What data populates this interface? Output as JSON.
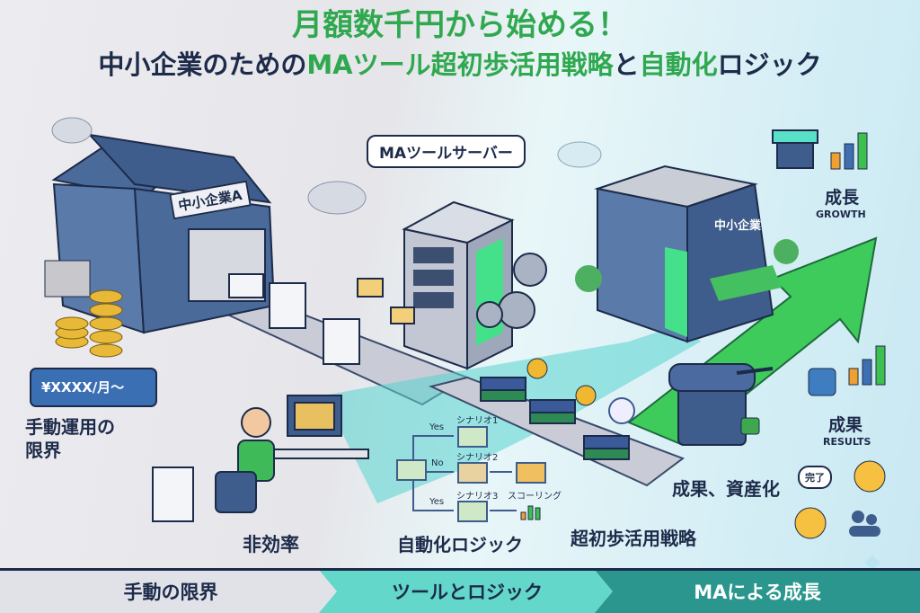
{
  "title": {
    "line1": "月額数千円から始める！",
    "line2_part1": "中小企業のための",
    "line2_part2": "MAツール超初歩活用戦略",
    "line2_part3": "と",
    "line2_part4": "自動化",
    "line2_part5": "ロジック"
  },
  "left": {
    "warehouse_sign": "中小企業A",
    "price_tag": "¥XXXX/月～",
    "limit_label": "手動運用の\n限界",
    "inefficiency_label": "非効率"
  },
  "center": {
    "server_bubble": "MAツールサーバー",
    "flow": {
      "branches": [
        "Yes",
        "No",
        "Yes"
      ],
      "scenarios": [
        "シナリオ1",
        "シナリオ2",
        "シナリオ3"
      ],
      "scoring": "スコーリング"
    },
    "logic_label": "自動化ロジック",
    "strategy_label": "超初歩活用戦略"
  },
  "right": {
    "building_sign": "中小企業",
    "growth_jp": "成長",
    "growth_en": "GROWTH",
    "results_jp": "成果",
    "results_en": "RESULTS",
    "asset_label": "成果、資産化",
    "done_bubble": "完了"
  },
  "footer": {
    "sections": [
      "手動の限界",
      "ツールとロジック",
      "MAによる成長"
    ]
  },
  "colors": {
    "green": "#2fa84f",
    "navy": "#1d2b4a",
    "teal_light": "#63d7c9",
    "teal_dark": "#2a968d"
  }
}
